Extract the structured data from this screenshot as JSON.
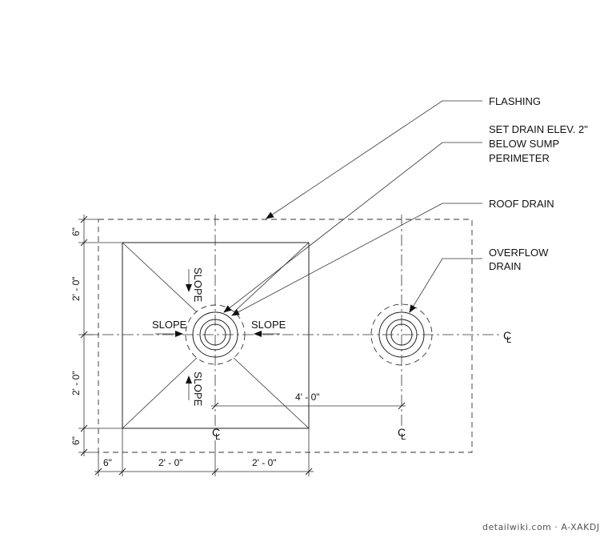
{
  "callouts": {
    "flashing": "FLASHING",
    "set_drain_line1": "SET DRAIN ELEV. 2\"",
    "set_drain_line2": "BELOW  SUMP",
    "set_drain_line3": "PERIMETER",
    "roof_drain": "ROOF DRAIN",
    "overflow_line1": "OVERFLOW",
    "overflow_line2": "DRAIN"
  },
  "slope_labels": {
    "top": "SLOPE",
    "left": "SLOPE",
    "right": "SLOPE",
    "bottom": "SLOPE"
  },
  "dimensions": {
    "left_top": "6\"",
    "left_upper": "2' - 0\"",
    "left_lower": "2' - 0\"",
    "left_bottom": "6\"",
    "bottom_left": "6\"",
    "bottom_mid": "2' - 0\"",
    "bottom_right": "2' - 0\"",
    "drain_spacing": "4' - 0\""
  },
  "centerline_symbol": "C L",
  "watermark": "detailwiki.com · A-XAKDJ"
}
